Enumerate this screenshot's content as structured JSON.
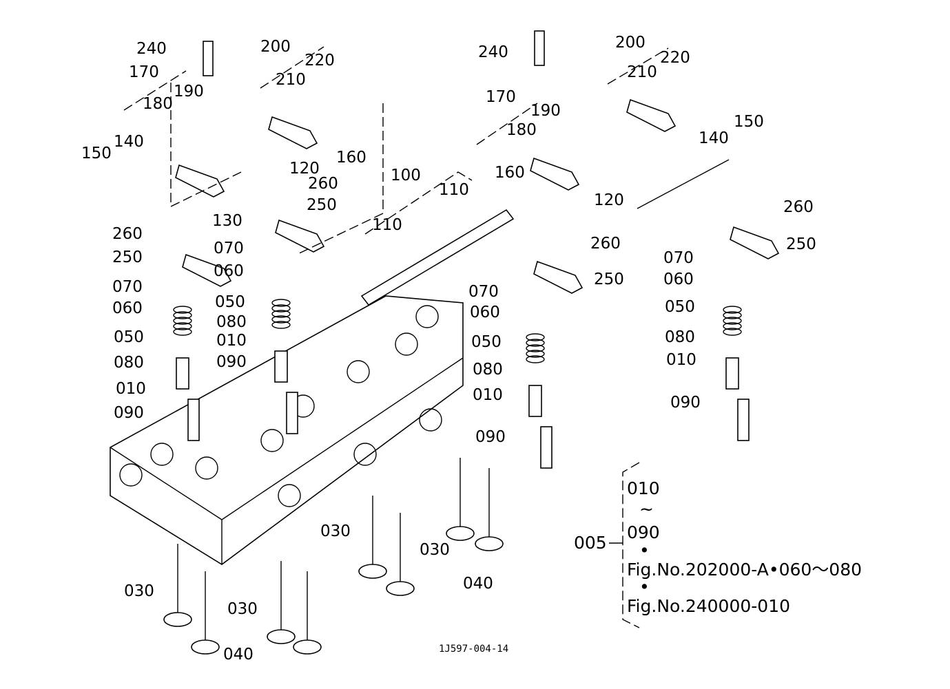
{
  "diagram": {
    "part_labels": [
      "240",
      "200",
      "220",
      "170",
      "210",
      "190",
      "180",
      "140",
      "150",
      "160",
      "120",
      "260",
      "250",
      "130",
      "260",
      "250",
      "070",
      "060",
      "050",
      "080",
      "010",
      "090",
      "070",
      "060",
      "050",
      "080",
      "010",
      "090",
      "100",
      "110",
      "110",
      "240",
      "200",
      "220",
      "210",
      "170",
      "190",
      "180",
      "160",
      "120",
      "140",
      "150",
      "260",
      "250",
      "260",
      "250",
      "070",
      "060",
      "050",
      "080",
      "010",
      "090",
      "070",
      "060",
      "050",
      "080",
      "010",
      "090",
      "030",
      "030",
      "040",
      "030",
      "030",
      "040"
    ],
    "assembly_note": {
      "ref": "005",
      "range_start": "010",
      "range_sep": "~",
      "range_end": "090",
      "bullet": "•",
      "ref_line_1": "Fig.No.202000-A•060～080",
      "ref_line_2": "Fig.No.240000-010"
    },
    "drawing_code": "1J597-004-14"
  }
}
